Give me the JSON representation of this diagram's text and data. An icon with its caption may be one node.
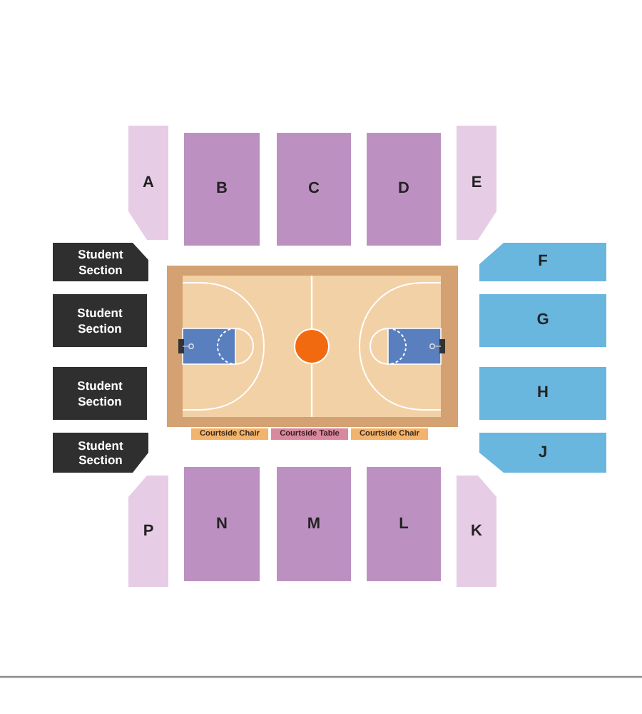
{
  "diagram": {
    "nodes": [
      {
        "text": [
          "A"
        ]
      },
      {
        "text": [
          "B"
        ]
      },
      {
        "text": [
          "C"
        ]
      },
      {
        "text": [
          "D"
        ]
      },
      {
        "text": [
          "E"
        ]
      },
      {
        "text": [
          "Student Section"
        ]
      },
      {
        "text": [
          "F"
        ]
      },
      {
        "text": [
          "Student Section"
        ]
      },
      {
        "text": [
          "G"
        ]
      },
      {
        "text": [
          "Student Section"
        ]
      },
      {
        "text": [
          "H"
        ]
      },
      {
        "text": [
          "Student Section"
        ]
      },
      {
        "text": [
          "J"
        ]
      },
      {
        "text": [
          "Courtside Chair"
        ]
      },
      {
        "text": [
          "Courtside Table"
        ]
      },
      {
        "text": [
          "Courtside Chair"
        ]
      },
      {
        "text": [
          "P"
        ]
      },
      {
        "text": [
          "N"
        ]
      },
      {
        "text": [
          "M"
        ]
      },
      {
        "text": [
          "L"
        ]
      },
      {
        "text": [
          "K"
        ]
      }
    ]
  }
}
